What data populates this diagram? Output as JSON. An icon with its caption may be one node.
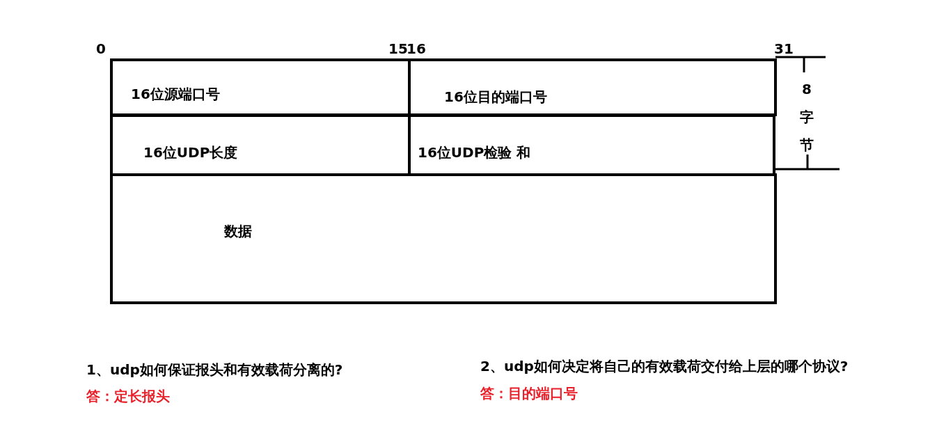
{
  "diagram": {
    "nodes": [
      {
        "text": [
          "16位源端口号"
        ]
      },
      {
        "text": [
          "16位目的端口号"
        ]
      },
      {
        "text": [
          "16位UDP长度"
        ]
      },
      {
        "text": [
          "16位UDP检验 和"
        ]
      },
      {
        "text": [
          "数据"
        ]
      }
    ],
    "labels": [
      "0",
      "15",
      "16",
      "31",
      "8字节",
      "1、udp如何保证报头和有效载荷分离的?",
      "答：定长报头",
      "2、udp如何决定将自己的有效载荷交付给上层的哪个协议?",
      "答：目的端口号"
    ]
  }
}
